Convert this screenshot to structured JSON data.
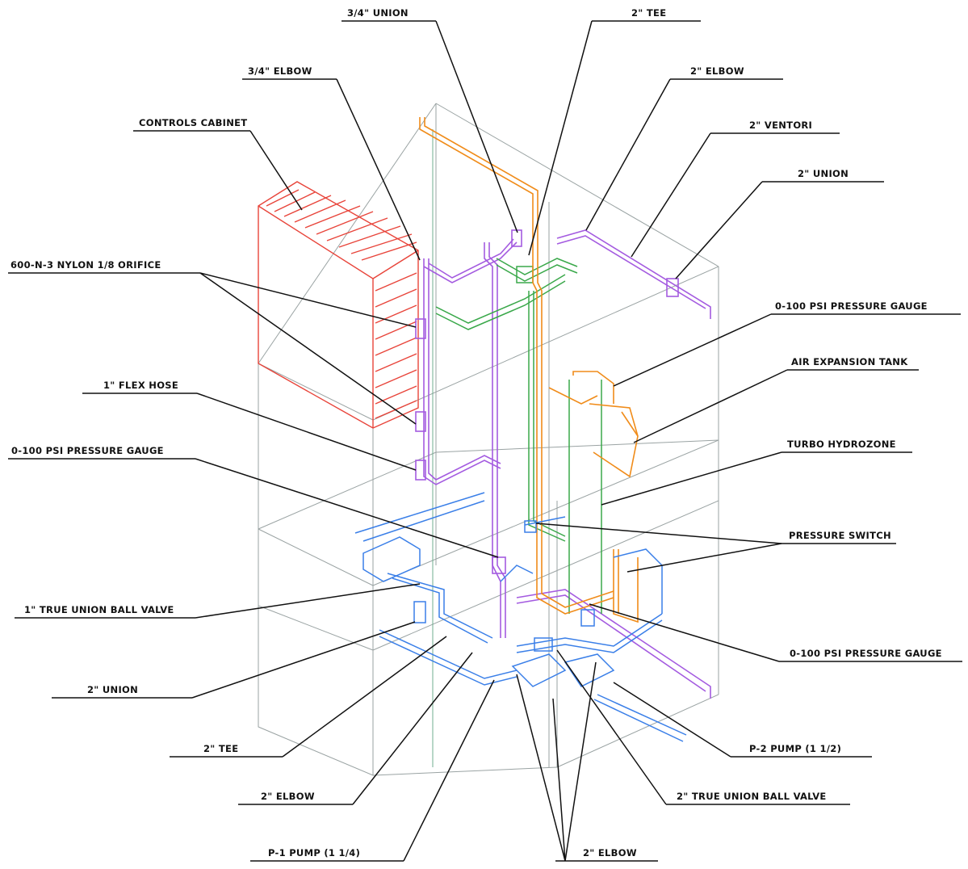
{
  "labels": {
    "union_34": "3/4\" UNION",
    "tee_2_top": "2\" TEE",
    "elbow_34": "3/4\" ELBOW",
    "elbow_2_top": "2\" ELBOW",
    "controls_cabinet": "CONTROLS CABINET",
    "ventori_2": "2\" VENTORI",
    "union_2_top": "2\" UNION",
    "nylon_orifice": "600-N-3 NYLON 1/8 ORIFICE",
    "gauge_top_right": "0-100 PSI PRESSURE GAUGE",
    "air_expansion_tank": "AIR EXPANSION TANK",
    "flex_hose": "1\" FLEX HOSE",
    "turbo_hydrozone": "TURBO HYDROZONE",
    "gauge_left": "0-100 PSI PRESSURE GAUGE",
    "pressure_switch": "PRESSURE SWITCH",
    "true_union_ball_valve_1": "1\" TRUE UNION BALL VALVE",
    "gauge_bottom_right": "0-100 PSI PRESSURE GAUGE",
    "union_2_bottom": "2\" UNION",
    "tee_2_bottom": "2\" TEE",
    "p2_pump": "P-2 PUMP (1 1/2)",
    "elbow_2_left": "2\" ELBOW",
    "true_union_ball_valve_2": "2\" TRUE UNION BALL VALVE",
    "p1_pump": "P-1 PUMP (1 1/4)",
    "elbow_2_bottom": "2\" ELBOW"
  },
  "colors": {
    "frame": "#9aa3a3",
    "controls_cabinet": "#e8443a",
    "three_quarter_line": "#a45be0",
    "green_line": "#3aa84a",
    "orange_line": "#f08c1a",
    "blue_line": "#3a7fe8",
    "text": "#111111"
  }
}
